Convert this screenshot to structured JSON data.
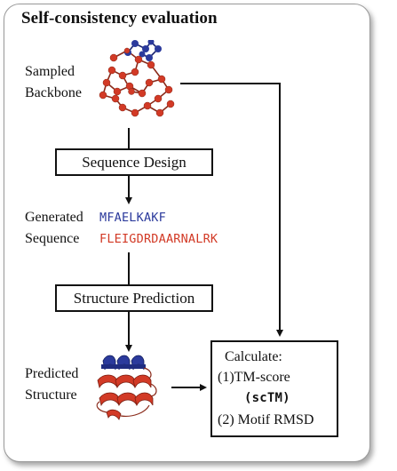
{
  "title": "Self-consistency evaluation",
  "sampled_label": [
    "Sampled",
    "Backbone"
  ],
  "sequence_design_label": "Sequence Design",
  "generated_label": [
    "Generated",
    "Sequence"
  ],
  "seq_motif": "MFAELKAKF",
  "seq_scaffold": "FLEIGDRDAARNALRK",
  "structure_prediction_label": "Structure Prediction",
  "predicted_label": [
    "Predicted",
    "Structure"
  ],
  "calculate": {
    "heading": "Calculate:",
    "item1": "(1)TM-score",
    "item1b": "(scTM)",
    "item2": "(2)  Motif RMSD"
  },
  "colors": {
    "motif": "#2b3a9c",
    "scaffold": "#d23a26",
    "box_border": "#111111"
  },
  "icons": {
    "backbone": "protein-backbone-icon",
    "structure": "protein-structure-icon"
  }
}
